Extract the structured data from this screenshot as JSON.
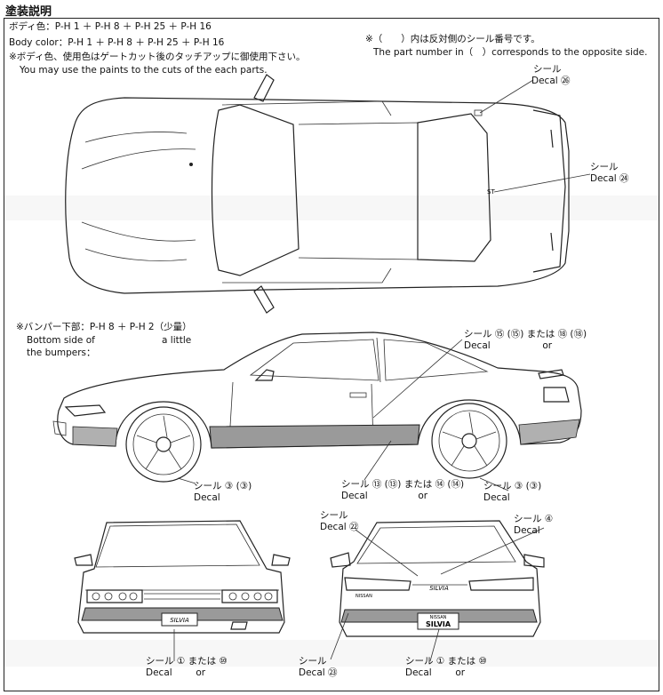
{
  "header": {
    "title": "塗装説明",
    "body_color_jp": "ボディ色：P-H 1 ＋ P-H 8 ＋ P-H 25 ＋ P-H 16",
    "body_color_en": "Body color：P-H 1 ＋ P-H 8 ＋ P-H 25 ＋ P-H 16",
    "note_jp": "※ボディ色、使用色はゲートカット後のタッチアップに御使用下さい。",
    "note_en": "You may use the paints to the cuts of the each parts.",
    "opposite_jp": "※（　　）内は反対側のシール番号です。",
    "opposite_en": "The part number in（　）corresponds to the opposite side."
  },
  "bumper_note": {
    "jp": "※バンパー下部：P-H 8 ＋ P-H 2（少量）",
    "en_line1": "Bottom side of",
    "en_little": "a little",
    "en_line2": "the bumpers："
  },
  "callouts": {
    "top_26": {
      "jp": "シール",
      "en": "Decal",
      "num": "㉖"
    },
    "top_24": {
      "jp": "シール",
      "en": "Decal",
      "num": "㉔"
    },
    "side_15": {
      "jp": "シール",
      "en": "Decal",
      "num": "⑮ (⑮)",
      "mata": "または",
      "or": "or",
      "alt": "⑱ (⑱)"
    },
    "side_3a": {
      "jp": "シール",
      "en": "Decal",
      "num": "③ (③)"
    },
    "side_13": {
      "jp": "シール",
      "en": "Decal",
      "num": "⑬ (⑬)",
      "mata": "または",
      "or": "or",
      "alt": "⑭ (⑭)"
    },
    "side_3b": {
      "jp": "シール",
      "en": "Decal",
      "num": "③ (③)"
    },
    "rear_22": {
      "jp": "シール",
      "en": "Decal",
      "num": "㉒"
    },
    "rear_4": {
      "jp": "シール",
      "en": "Decal",
      "num": "④"
    },
    "front_1": {
      "jp": "シール",
      "en": "Decal",
      "num": "①",
      "mata": "または",
      "or": "or",
      "alt": "⑩"
    },
    "rear_23": {
      "jp": "シール",
      "en": "Decal",
      "num": "㉓"
    },
    "rear_1": {
      "jp": "シール",
      "en": "Decal",
      "num": "①",
      "mata": "または",
      "or": "or",
      "alt": "⑩"
    }
  },
  "badges": {
    "front_badge": "SILVIA",
    "rear_script": "SILVIA",
    "rear_plate_top": "NISSAN",
    "rear_plate": "SILVIA",
    "rear_left_badge": "NISSAN"
  }
}
